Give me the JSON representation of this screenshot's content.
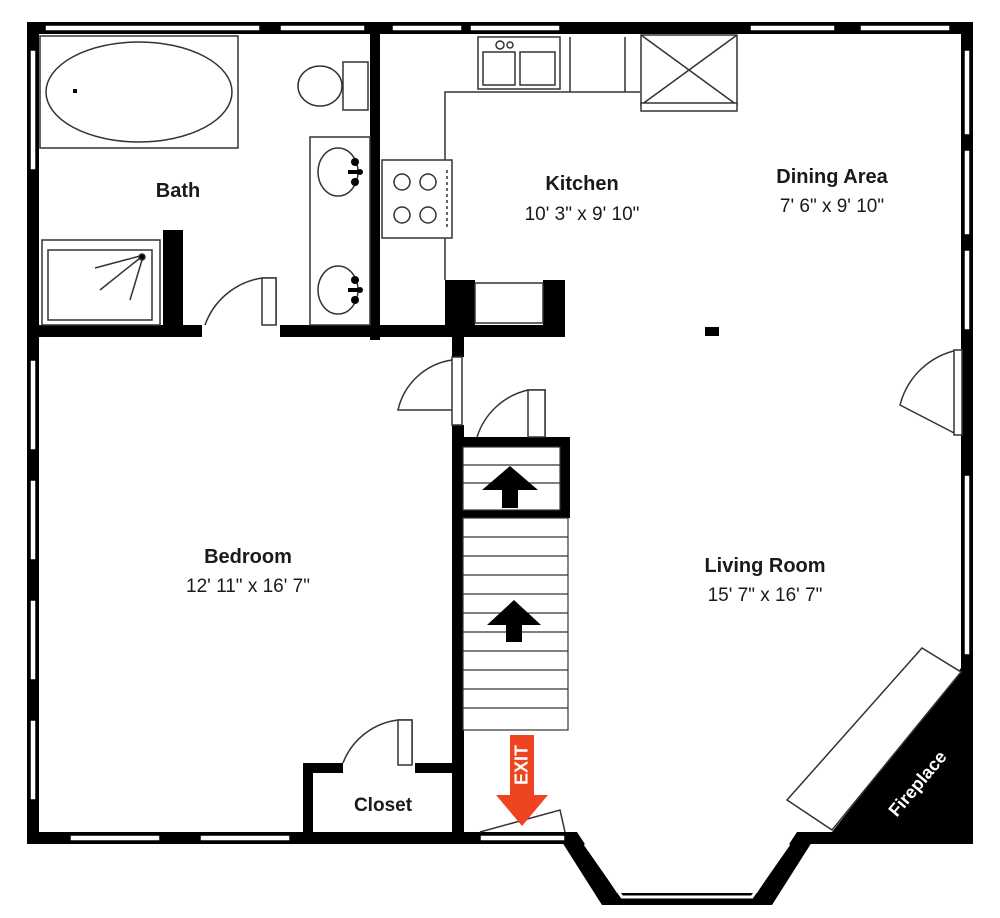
{
  "rooms": {
    "bath": {
      "name": "Bath"
    },
    "kitchen": {
      "name": "Kitchen",
      "dimensions": "10' 3\" x 9' 10\""
    },
    "dining": {
      "name": "Dining Area",
      "dimensions": "7' 6\" x 9' 10\""
    },
    "bedroom": {
      "name": "Bedroom",
      "dimensions": "12' 11\" x 16' 7\""
    },
    "living": {
      "name": "Living Room",
      "dimensions": "15' 7\" x 16' 7\""
    },
    "closet": {
      "name": "Closet"
    }
  },
  "labels": {
    "exit": "EXIT",
    "fireplace": "Fireplace"
  },
  "colors": {
    "wall": "#000000",
    "fixture_line": "#333333",
    "exit_arrow": "#ee4422",
    "background": "#ffffff"
  }
}
